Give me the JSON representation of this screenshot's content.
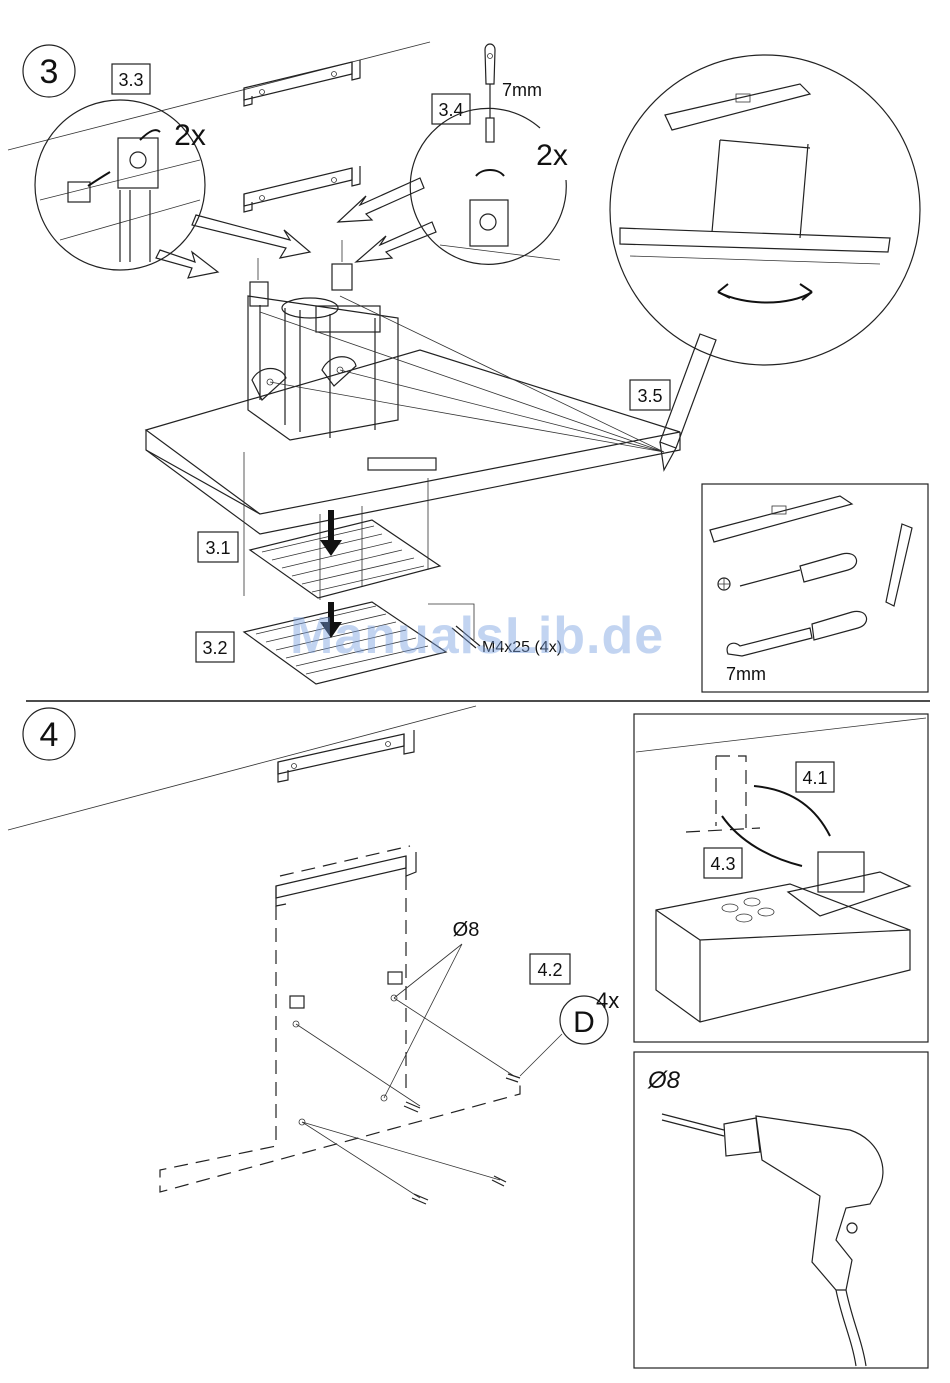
{
  "steps": {
    "step3": {
      "number": "3",
      "labels": {
        "s31": "3.1",
        "s32": "3.2",
        "s33": "3.3",
        "s34": "3.4",
        "s35": "3.5"
      },
      "count_33": "2x",
      "count_34": "2x",
      "screwdriver_size": "7mm",
      "screw_spec": "M4x25 (4x)"
    },
    "step4": {
      "number": "4",
      "labels": {
        "s41": "4.1",
        "s42": "4.2",
        "s43": "4.3"
      },
      "drill_diameter": "Ø8",
      "dowel_letter": "D",
      "dowel_count": "4x"
    }
  },
  "tools": {
    "socket_size": "7mm",
    "drill_panel_title": "Ø8"
  },
  "watermark": "ManualsLib.de"
}
